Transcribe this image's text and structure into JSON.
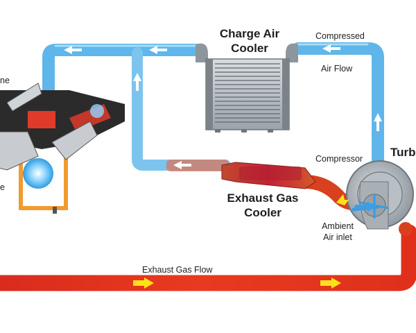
{
  "labels": {
    "charge_air_cooler": [
      "Charge Air",
      "Cooler"
    ],
    "exhaust_gas_cooler": [
      "Exhaust Gas",
      "Cooler"
    ],
    "compressed_air_flow": [
      "Compressed",
      "Air Flow"
    ],
    "compressor": "Compressor",
    "turbo_partial": "Turb",
    "ambient_air_inlet": [
      "Ambient",
      "Air inlet"
    ],
    "exhaust_gas_flow": "Exhaust Gas Flow",
    "engine_partial_top": "ne",
    "engine_partial_bottom": "e"
  },
  "colors": {
    "air_pipe": "#5fb6ea",
    "air_pipe_light": "#a9dcf7",
    "exhaust_pipe": "#e8361e",
    "exhaust_hot": "#b2151a",
    "flow_arrow_exhaust": "#ffe01a",
    "engine_block": "#2b2b2b",
    "coolant_frame": "#f29a2e"
  }
}
